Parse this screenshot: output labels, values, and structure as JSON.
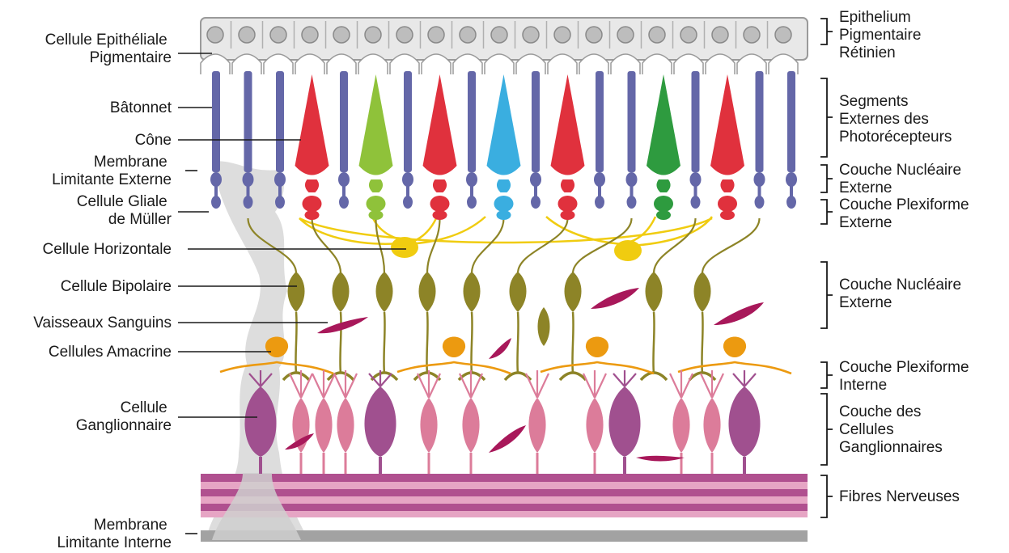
{
  "left_labels": [
    {
      "id": "cellule-epitheliale",
      "lines": [
        "Cellule Epithéliale",
        "Pigmentaire"
      ]
    },
    {
      "id": "batonnet",
      "lines": [
        "Bâtonnet"
      ]
    },
    {
      "id": "cone",
      "lines": [
        "Cône"
      ]
    },
    {
      "id": "membrane-externe",
      "lines": [
        "Membrane",
        "Limitante Externe"
      ]
    },
    {
      "id": "muller",
      "lines": [
        "Cellule Gliale",
        "de Müller"
      ]
    },
    {
      "id": "horizontale",
      "lines": [
        "Cellule Horizontale"
      ]
    },
    {
      "id": "bipolaire",
      "lines": [
        "Cellule Bipolaire"
      ]
    },
    {
      "id": "vaisseaux",
      "lines": [
        "Vaisseaux Sanguins"
      ]
    },
    {
      "id": "amacrine",
      "lines": [
        "Cellules Amacrine"
      ]
    },
    {
      "id": "ganglionnaire",
      "lines": [
        "Cellule",
        "Ganglionnaire"
      ]
    },
    {
      "id": "membrane-interne",
      "lines": [
        "Membrane",
        "Limitante Interne"
      ]
    }
  ],
  "right_labels": [
    {
      "id": "epithelium",
      "lines": [
        "Epithelium",
        "Pigmentaire",
        "Rétinien"
      ]
    },
    {
      "id": "segments",
      "lines": [
        "Segments",
        "Externes des",
        "Photorécepteurs"
      ]
    },
    {
      "id": "nucleaire-ext",
      "lines": [
        "Couche Nucléaire",
        "Externe"
      ]
    },
    {
      "id": "plexiforme-ext",
      "lines": [
        "Couche Plexiforme",
        "Externe"
      ]
    },
    {
      "id": "nucleaire-ext-2",
      "lines": [
        "Couche Nucléaire",
        "Externe"
      ]
    },
    {
      "id": "plexiforme-int",
      "lines": [
        "Couche Plexiforme",
        "Interne"
      ]
    },
    {
      "id": "ganglionnaires",
      "lines": [
        "Couche des",
        "Cellules",
        "Ganglionnaires"
      ]
    },
    {
      "id": "fibres",
      "lines": [
        "Fibres Nerveuses"
      ]
    }
  ],
  "colors": {
    "rod": "#6467a8",
    "cone_red": "#e0313d",
    "cone_green": "#8fc23a",
    "cone_blue": "#3aaee0",
    "cone_green_dark": "#2e9b3f",
    "bipolar": "#8d8427",
    "horizontal": "#f0cc10",
    "amacrine": "#ec9a10",
    "ganglion": "#a0508f",
    "ganglion_light": "#dc7c9a",
    "vessel": "#a8185a",
    "epithelium": "#e8e8e8",
    "glia": "#d9d9d9",
    "fibers_dark": "#b0508f",
    "fibers_light": "#e6a5c4",
    "membrane_inner": "#a2a2a2"
  }
}
